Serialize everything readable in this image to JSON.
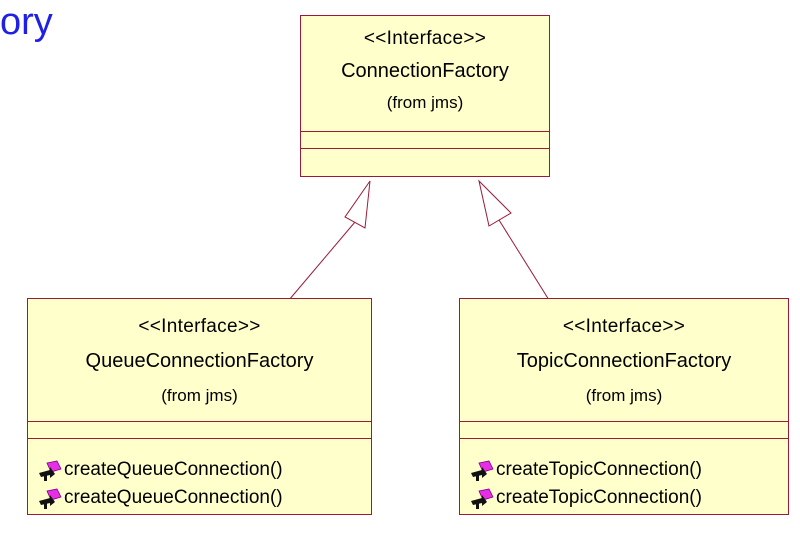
{
  "heading": {
    "text": "ory"
  },
  "classes": {
    "connection_factory": {
      "stereotype": "<<Interface>>",
      "name": "ConnectionFactory",
      "package": "(from jms)"
    },
    "queue_connection_factory": {
      "stereotype": "<<Interface>>",
      "name": "QueueConnectionFactory",
      "package": "(from jms)",
      "operations": [
        "createQueueConnection()",
        "createQueueConnection()"
      ]
    },
    "topic_connection_factory": {
      "stereotype": "<<Interface>>",
      "name": "TopicConnectionFactory",
      "package": "(from jms)",
      "operations": [
        "createTopicConnection()",
        "createTopicConnection()"
      ]
    }
  },
  "icons": {
    "operation": "public-operation-icon"
  },
  "colors": {
    "heading": "#1f1fe6",
    "class_fill": "#ffffcc",
    "class_border": "#9b1b37",
    "edge": "#9b1b37"
  }
}
